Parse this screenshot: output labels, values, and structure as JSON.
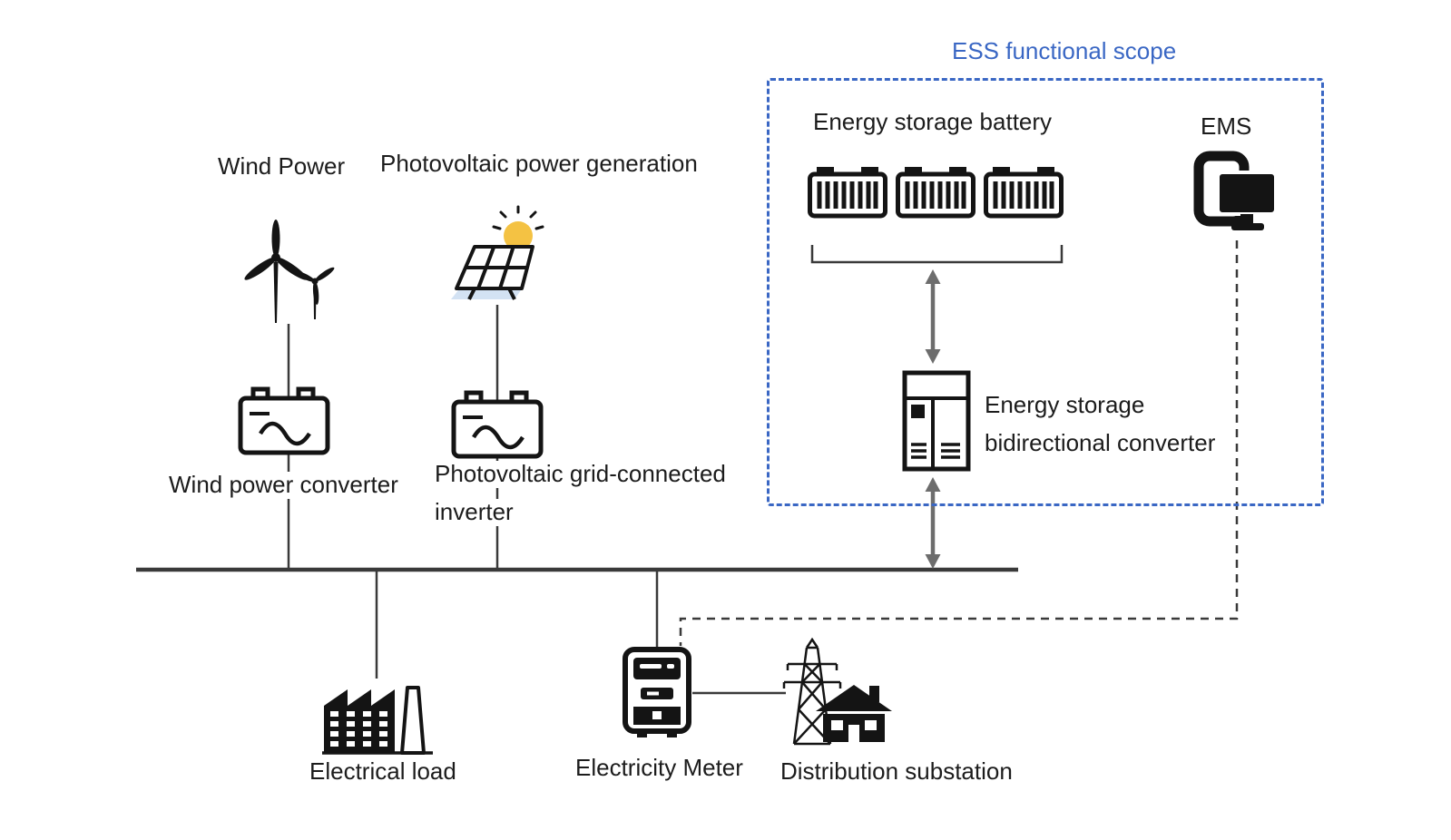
{
  "colors": {
    "accent_blue": "#3a67c4",
    "icon_black": "#141414",
    "line_dark": "#3a3a3a",
    "arrow_gray": "#6d6d6d",
    "sun_yellow": "#f4c243",
    "panel_blue": "#d3e2f3",
    "text_dark": "#1c1c1c"
  },
  "scope": {
    "title": "ESS functional scope"
  },
  "nodes": {
    "wind_power": "Wind Power",
    "pv_generation": "Photovoltaic power generation",
    "energy_storage_battery": "Energy storage battery",
    "ems": "EMS",
    "wind_power_converter": "Wind power converter",
    "pv_inverter_line1": "Photovoltaic grid-connected",
    "pv_inverter_line2": "inverter",
    "ess_converter_line1": "Energy storage",
    "ess_converter_line2": "bidirectional converter",
    "electrical_load": "Electrical load",
    "electricity_meter": "Electricity Meter",
    "distribution_substation": "Distribution substation"
  },
  "icons": [
    "wind-turbine-icon",
    "solar-panel-icon",
    "wind-converter-icon",
    "pv-inverter-icon",
    "storage-battery-icon",
    "ems-monitor-icon",
    "ess-converter-cabinet-icon",
    "factory-icon",
    "electricity-meter-icon",
    "transmission-tower-icon",
    "substation-house-icon"
  ]
}
